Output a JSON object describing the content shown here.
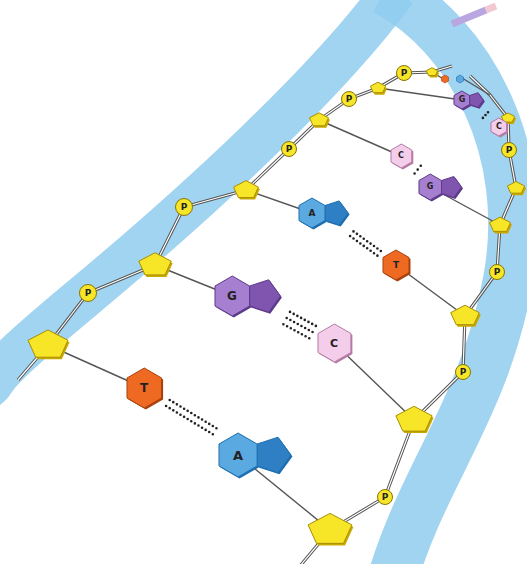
{
  "diagram": {
    "nodes": [
      {
        "text": [
          "P"
        ]
      },
      {
        "text": [
          "P"
        ]
      },
      {
        "text": [
          "G"
        ]
      },
      {
        "text": [
          "C"
        ]
      },
      {
        "text": [
          "P"
        ]
      },
      {
        "text": [
          "P"
        ]
      },
      {
        "text": [
          "C"
        ]
      },
      {
        "text": [
          "G"
        ]
      },
      {
        "text": [
          "P"
        ]
      },
      {
        "text": [
          "A"
        ]
      },
      {
        "text": [
          "T"
        ]
      },
      {
        "text": [
          "P"
        ]
      },
      {
        "text": [
          "P"
        ]
      },
      {
        "text": [
          "G"
        ]
      },
      {
        "text": [
          "C"
        ]
      },
      {
        "text": [
          "P"
        ]
      },
      {
        "text": [
          "T"
        ]
      },
      {
        "text": [
          "A"
        ]
      },
      {
        "text": [
          "P"
        ]
      }
    ],
    "edges": [
      {
        "from": 2,
        "to": 3,
        "arrow": "none"
      },
      {
        "from": 6,
        "to": 7,
        "arrow": "none"
      },
      {
        "from": 9,
        "to": 10,
        "arrow": "none"
      },
      {
        "from": 13,
        "to": 14,
        "arrow": "none"
      },
      {
        "from": 16,
        "to": 17,
        "arrow": "none"
      }
    ]
  }
}
